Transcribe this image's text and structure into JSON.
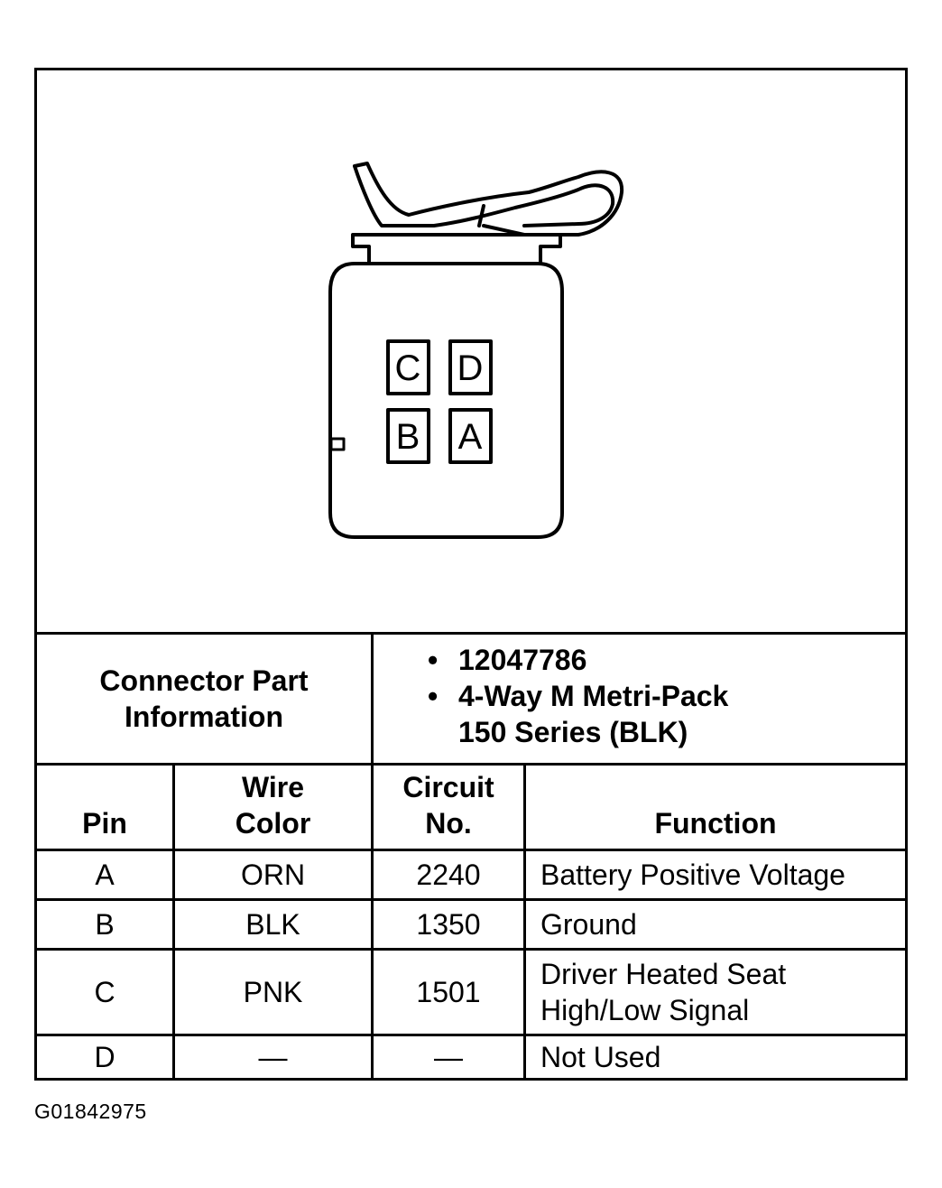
{
  "connector_info": {
    "label_line1": "Connector Part",
    "label_line2": "Information",
    "items": [
      {
        "bullet": "•",
        "text": "12047786"
      },
      {
        "bullet": "•",
        "text": "4-Way M Metri-Pack"
      },
      {
        "bullet": "",
        "text": "150 Series (BLK)"
      }
    ]
  },
  "connector_diagram": {
    "pins": {
      "top_left": "C",
      "top_right": "D",
      "bottom_left": "B",
      "bottom_right": "A"
    }
  },
  "table": {
    "headers": {
      "pin": "Pin",
      "wire_line1": "Wire",
      "wire_line2": "Color",
      "circuit_line1": "Circuit",
      "circuit_line2": "No.",
      "function": "Function"
    },
    "rows": [
      {
        "pin": "A",
        "wire": "ORN",
        "circuit": "2240",
        "function_line1": "Battery Positive Voltage",
        "function_line2": ""
      },
      {
        "pin": "B",
        "wire": "BLK",
        "circuit": "1350",
        "function_line1": "Ground",
        "function_line2": ""
      },
      {
        "pin": "C",
        "wire": "PNK",
        "circuit": "1501",
        "function_line1": "Driver Heated Seat",
        "function_line2": "High/Low Signal"
      },
      {
        "pin": "D",
        "wire": "—",
        "circuit": "—",
        "function_line1": "Not Used",
        "function_line2": ""
      }
    ]
  },
  "figure_id": "G01842975"
}
